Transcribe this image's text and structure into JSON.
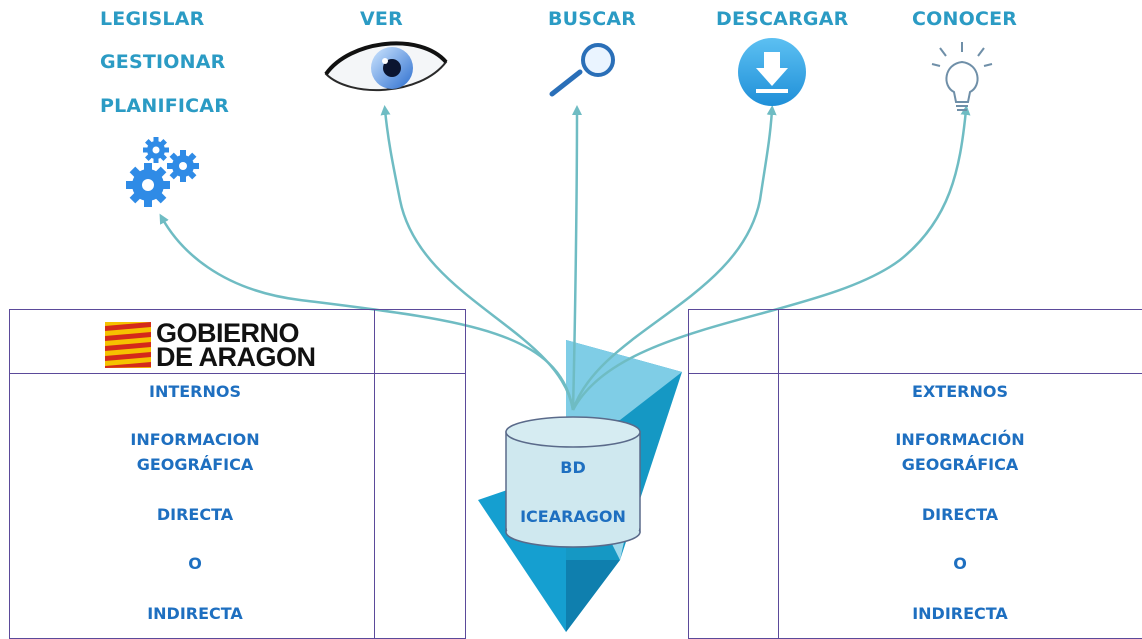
{
  "top_labels": {
    "legislar": "LEGISLAR",
    "gestionar": "GESTIONAR",
    "planificar": "PLANIFICAR",
    "ver": "VER",
    "buscar": "BUSCAR",
    "descargar": "DESCARGAR",
    "conocer": "CONOCER"
  },
  "left_panel": {
    "logo_line1": "GOBIERNO",
    "logo_line2": "DE ARAGON",
    "heading": "INTERNOS",
    "info_line1": "INFORMACION",
    "info_line2": "GEOGRÁFICA",
    "directa": "DIRECTA",
    "o": "O",
    "indirecta": "INDIRECTA"
  },
  "right_panel": {
    "heading": "EXTERNOS",
    "info_line1": "INFORMACIÓN",
    "info_line2": "GEOGRÁFICA",
    "directa": "DIRECTA",
    "o": "O",
    "indirecta": "INDIRECTA"
  },
  "database": {
    "line1": "BD",
    "line2": "ICEARAGON"
  },
  "colors": {
    "label_teal": "#2b9bc4",
    "text_blue": "#1e6fc0",
    "arrow": "#6fbcc3",
    "box_border": "#5b4a9a"
  }
}
